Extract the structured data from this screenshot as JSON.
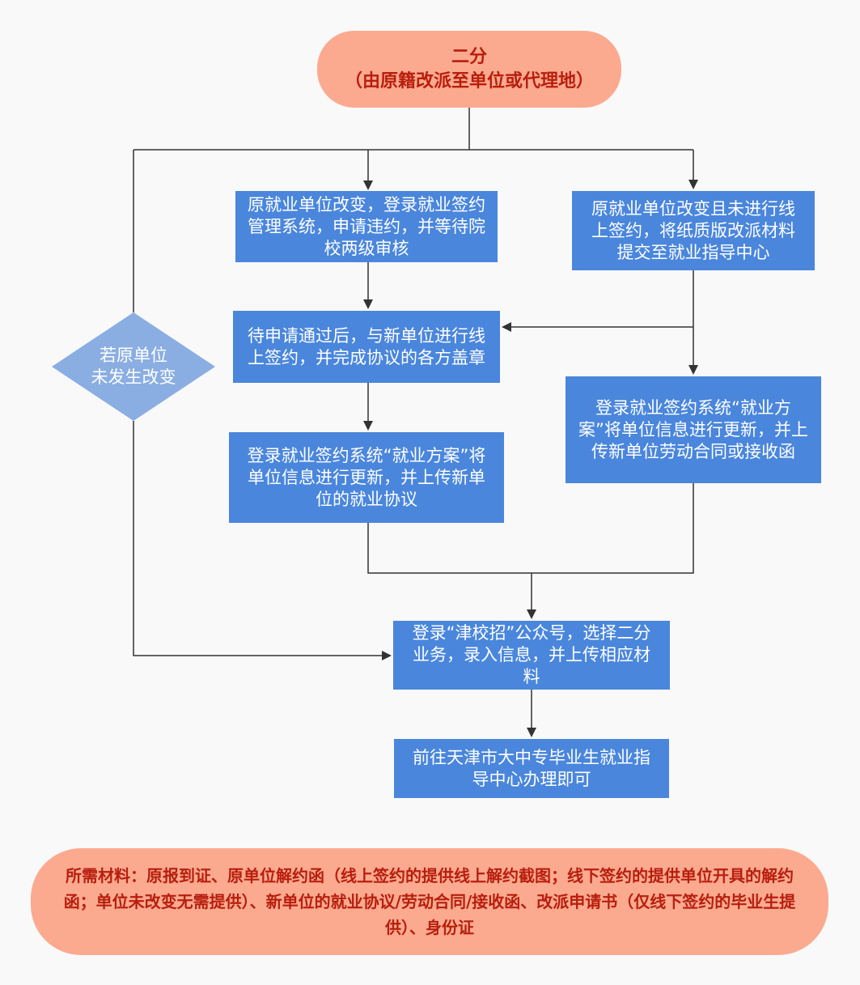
{
  "start": {
    "line1": "二分",
    "line2": "（由原籍改派至单位或代理地）"
  },
  "decision": {
    "text": "若原单位\n未发生改变"
  },
  "steps": {
    "left_1": "原就业单位改变，登录就业签约管理系统，申请违约，并等待院校两级审核",
    "left_2": "待申请通过后，与新单位进行线上签约，并完成协议的各方盖章",
    "left_3": "登录就业签约系统“就业方案”将单位信息进行更新，并上传新单位的就业协议",
    "right_1": "原就业单位改变且未进行线上签约，将纸质版改派材料提交至就业指导中心",
    "right_2": "登录就业签约系统“就业方案”将单位信息进行更新，并上传新单位劳动合同或接收函",
    "merge": "登录“津校招”公众号，选择二分业务，录入信息，并上传相应材料",
    "final": "前往天津市大中专毕业生就业指导中心办理即可"
  },
  "materials": {
    "text": "所需材料：原报到证、原单位解约函（线上签约的提供线上解约截图；线下签约的提供单位开具的解约函；单位未改变无需提供）、新单位的就业协议/劳动合同/接收函、改派申请书（仅线下签约的毕业生提供）、身份证"
  },
  "colors": {
    "box": "#4a86dc",
    "decision": "#8aaee2",
    "pill": "#fbaa8f",
    "pill_text": "#b81e0e",
    "line": "#333333"
  }
}
